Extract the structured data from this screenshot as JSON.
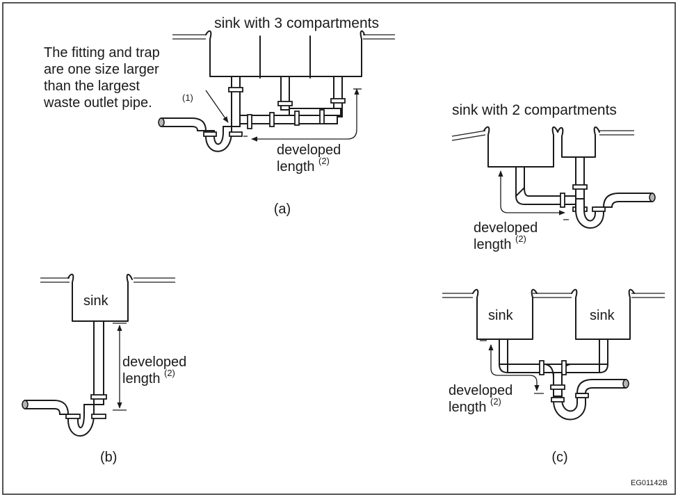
{
  "labels": {
    "sink_3": "sink with 3 compartments",
    "note_1": "The fitting and trap",
    "note_2": "are one size larger",
    "note_3": "than the largest",
    "note_4": "waste outlet pipe.",
    "note_sup": "(1)",
    "sink_2": "sink with 2 compartments",
    "sink": "sink",
    "developed": "developed",
    "length": "length",
    "length_sup": "(2)",
    "panel_a": "(a)",
    "panel_b": "(b)",
    "panel_c": "(c)",
    "code": "EG01142B"
  },
  "colors": {
    "line": "#1a1a1a",
    "pipe_shade": "#b5b5b5",
    "background": "#ffffff"
  }
}
